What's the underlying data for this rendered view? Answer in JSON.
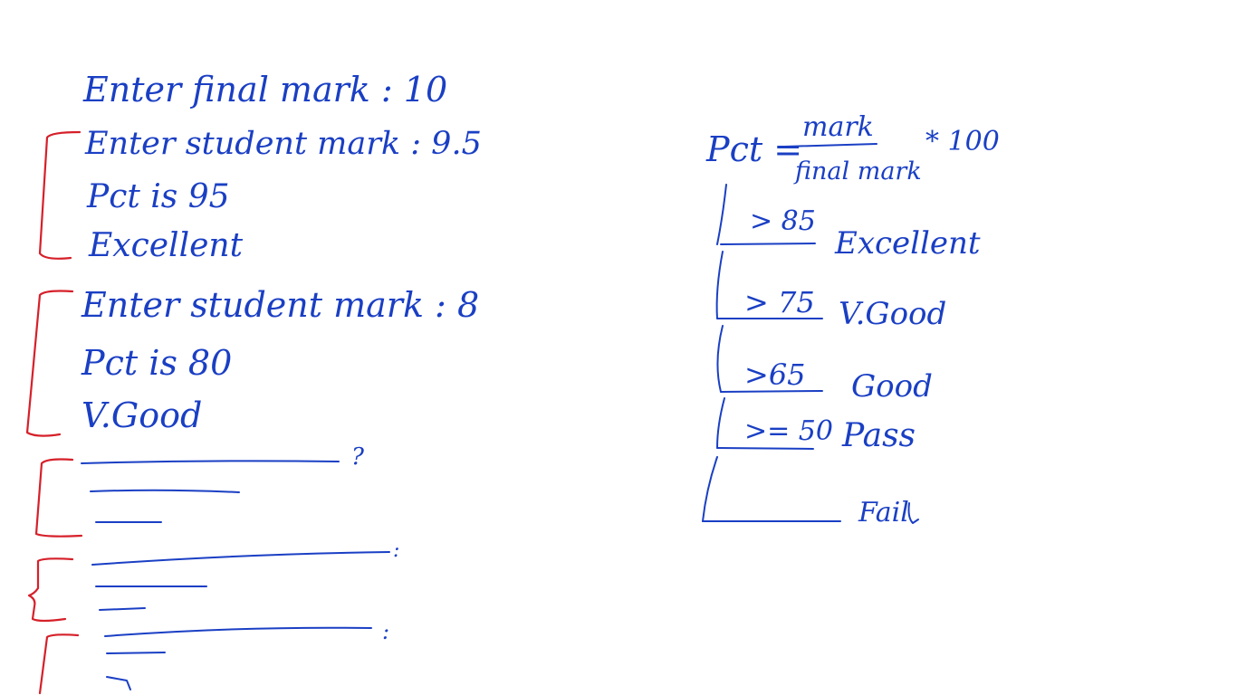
{
  "colors": {
    "ink_blue": "#1a3fc4",
    "ink_red": "#d6202a",
    "background": "#ffffff"
  },
  "left": {
    "final_mark_line": "Enter final mark : 10",
    "run1": {
      "prompt": "Enter student mark : 9.5",
      "pct": "Pct is 95",
      "grade": "Excellent"
    },
    "run2": {
      "prompt": "Enter student mark : 8",
      "pct": "Pct is 80",
      "grade": "V.Good"
    },
    "placeholder_marks": {
      "question": "?",
      "colon_1": ":",
      "colon_2": ":"
    }
  },
  "right": {
    "formula": {
      "lhs": "Pct =",
      "numerator": "mark",
      "denominator": "final mark",
      "times": "* 100"
    },
    "branches": [
      {
        "condition": "> 85",
        "grade": "Excellent"
      },
      {
        "condition": "> 75",
        "grade": "V.Good"
      },
      {
        "condition": ">65",
        "grade": "Good"
      },
      {
        "condition": ">= 50",
        "grade": "Pass"
      },
      {
        "condition": "",
        "grade": "Fail"
      }
    ]
  }
}
